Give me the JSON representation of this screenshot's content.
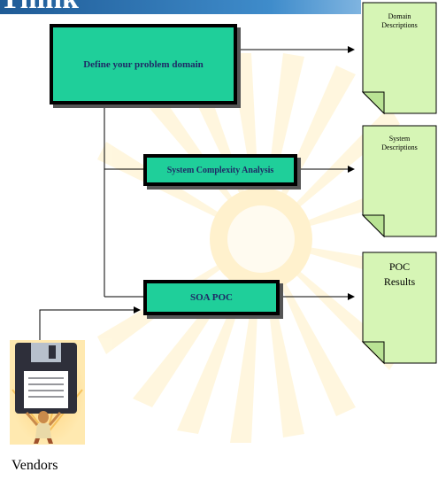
{
  "slide": {
    "title": "Think",
    "colors": {
      "banner": "#1f5b96",
      "process_box": "#1fcf9a",
      "document": "#d6f5b5",
      "sunburst": "#fff0c4"
    }
  },
  "steps": [
    {
      "label": "Define your problem domain"
    },
    {
      "label": "System Complexity Analysis"
    },
    {
      "label": "SOA POC"
    }
  ],
  "documents": [
    {
      "label": "Domain Descriptions",
      "lines": [
        "Domain",
        "Descriptions"
      ]
    },
    {
      "label": "System Descriptions",
      "lines": [
        "System",
        "Descriptions"
      ]
    },
    {
      "label": "POC Results",
      "lines": [
        "POC",
        "Results"
      ]
    }
  ],
  "vendors": {
    "label": "Vendors",
    "icon": "floppy-disk-person-icon"
  }
}
